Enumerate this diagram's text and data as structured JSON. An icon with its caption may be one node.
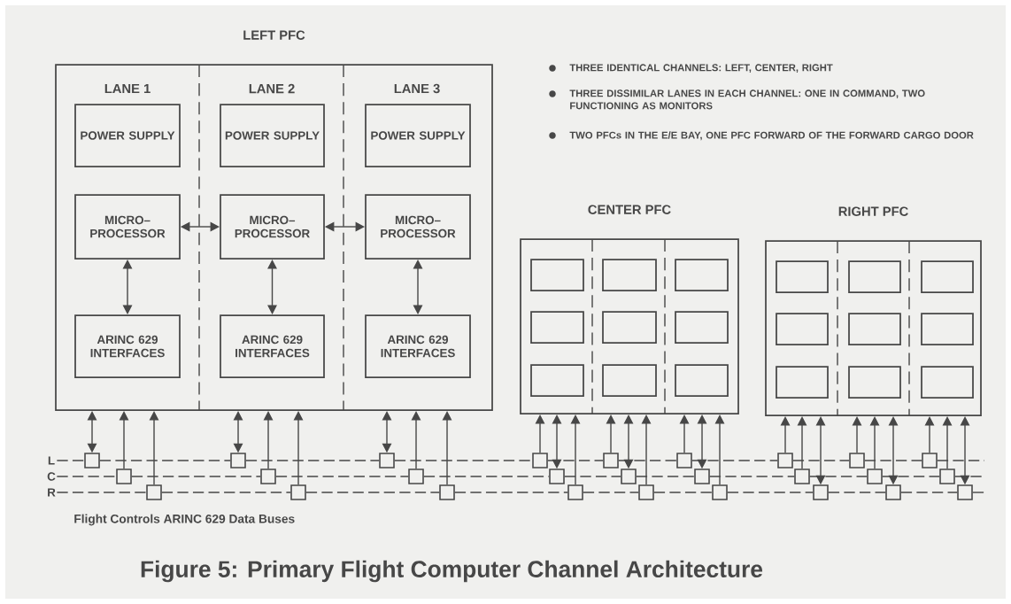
{
  "diagram": {
    "caption": "Figure 5:  Primary Flight Computer Channel Architecture",
    "nodes": [
      {
        "text": [
          "LEFT PFC"
        ]
      },
      {
        "text": [
          "POWER SUPPLY"
        ],
        "in": 0
      },
      {
        "text": [
          "MICRO– PROCESSOR"
        ],
        "in": 0
      },
      {
        "text": [
          "ARINC 629 INTERFACES"
        ],
        "in": 0
      },
      {
        "text": [
          "POWER SUPPLY"
        ],
        "in": 0
      },
      {
        "text": [
          "MICRO– PROCESSOR"
        ],
        "in": 0
      },
      {
        "text": [
          "ARINC 629 INTERFACES"
        ],
        "in": 0
      },
      {
        "text": [
          "POWER SUPPLY"
        ],
        "in": 0
      },
      {
        "text": [
          "MICRO– PROCESSOR"
        ],
        "in": 0
      },
      {
        "text": [
          "ARINC 629 INTERFACES"
        ],
        "in": 0
      },
      {
        "text": [
          "CENTER PFC"
        ]
      },
      {
        "text": [],
        "shape": "box",
        "in": 10
      },
      {
        "text": [],
        "shape": "box",
        "in": 10
      },
      {
        "text": [],
        "shape": "box",
        "in": 10
      },
      {
        "text": [],
        "shape": "box",
        "in": 10
      },
      {
        "text": [],
        "shape": "box",
        "in": 10
      },
      {
        "text": [],
        "shape": "box",
        "in": 10
      },
      {
        "text": [],
        "shape": "box",
        "in": 10
      },
      {
        "text": [],
        "shape": "box",
        "in": 10
      },
      {
        "text": [],
        "shape": "box",
        "in": 10
      },
      {
        "text": [
          "RIGHT PFC"
        ]
      },
      {
        "text": [],
        "shape": "box",
        "in": 20
      },
      {
        "text": [],
        "shape": "box",
        "in": 20
      },
      {
        "text": [],
        "shape": "box",
        "in": 20
      },
      {
        "text": [],
        "shape": "box",
        "in": 20
      },
      {
        "text": [],
        "shape": "box",
        "in": 20
      },
      {
        "text": [],
        "shape": "box",
        "in": 20
      },
      {
        "text": [],
        "shape": "box",
        "in": 20
      },
      {
        "text": [],
        "shape": "box",
        "in": 20
      },
      {
        "text": [],
        "shape": "box",
        "in": 20
      },
      {
        "text": [
          "L"
        ]
      },
      {
        "text": [
          "C"
        ]
      },
      {
        "text": [
          "R"
        ]
      },
      {
        "text": [],
        "shape": "box"
      },
      {
        "text": [],
        "shape": "box"
      },
      {
        "text": [],
        "shape": "box"
      },
      {
        "text": [],
        "shape": "box"
      },
      {
        "text": [],
        "shape": "box"
      },
      {
        "text": [],
        "shape": "box"
      },
      {
        "text": [],
        "shape": "box"
      },
      {
        "text": [],
        "shape": "box"
      },
      {
        "text": [],
        "shape": "box"
      },
      {
        "text": [],
        "shape": "box"
      },
      {
        "text": [],
        "shape": "box"
      },
      {
        "text": [],
        "shape": "box"
      },
      {
        "text": [],
        "shape": "box"
      },
      {
        "text": [],
        "shape": "box"
      },
      {
        "text": [],
        "shape": "box"
      },
      {
        "text": [],
        "shape": "box"
      },
      {
        "text": [],
        "shape": "box"
      },
      {
        "text": [],
        "shape": "box"
      },
      {
        "text": [],
        "shape": "box"
      },
      {
        "text": [],
        "shape": "box"
      },
      {
        "text": [],
        "shape": "box"
      },
      {
        "text": [],
        "shape": "box"
      },
      {
        "text": [],
        "shape": "box"
      },
      {
        "text": [],
        "shape": "box"
      },
      {
        "text": [],
        "shape": "box"
      },
      {
        "text": [],
        "shape": "box"
      },
      {
        "text": [],
        "shape": "box"
      }
    ],
    "edges": [
      {
        "from": 2,
        "to": 5,
        "arrow": "both"
      },
      {
        "from": 5,
        "to": 8,
        "arrow": "both"
      },
      {
        "from": 2,
        "to": 3,
        "arrow": "both"
      },
      {
        "from": 5,
        "to": 6,
        "arrow": "both"
      },
      {
        "from": 8,
        "to": 9,
        "arrow": "both"
      },
      {
        "from": 33,
        "to": 0,
        "arrow": "both"
      },
      {
        "from": 34,
        "to": 0,
        "arrow": "to"
      },
      {
        "from": 35,
        "to": 0,
        "arrow": "to"
      },
      {
        "from": 36,
        "to": 0,
        "arrow": "both"
      },
      {
        "from": 37,
        "to": 0,
        "arrow": "to"
      },
      {
        "from": 38,
        "to": 0,
        "arrow": "to"
      },
      {
        "from": 39,
        "to": 0,
        "arrow": "both"
      },
      {
        "from": 40,
        "to": 0,
        "arrow": "to"
      },
      {
        "from": 41,
        "to": 0,
        "arrow": "to"
      },
      {
        "from": 42,
        "to": 10,
        "arrow": "to"
      },
      {
        "from": 43,
        "to": 10,
        "arrow": "both"
      },
      {
        "from": 44,
        "to": 10,
        "arrow": "to"
      },
      {
        "from": 45,
        "to": 10,
        "arrow": "to"
      },
      {
        "from": 46,
        "to": 10,
        "arrow": "both"
      },
      {
        "from": 47,
        "to": 10,
        "arrow": "to"
      },
      {
        "from": 48,
        "to": 10,
        "arrow": "to"
      },
      {
        "from": 49,
        "to": 10,
        "arrow": "both"
      },
      {
        "from": 50,
        "to": 10,
        "arrow": "to"
      },
      {
        "from": 51,
        "to": 20,
        "arrow": "to"
      },
      {
        "from": 52,
        "to": 20,
        "arrow": "to"
      },
      {
        "from": 53,
        "to": 20,
        "arrow": "both"
      },
      {
        "from": 54,
        "to": 20,
        "arrow": "to"
      },
      {
        "from": 55,
        "to": 20,
        "arrow": "to"
      },
      {
        "from": 56,
        "to": 20,
        "arrow": "both"
      },
      {
        "from": 57,
        "to": 20,
        "arrow": "to"
      },
      {
        "from": 58,
        "to": 20,
        "arrow": "to"
      },
      {
        "from": 59,
        "to": 20,
        "arrow": "both"
      },
      {
        "from": 30,
        "to": 33,
        "arrow": "none",
        "style": "dashed"
      },
      {
        "from": 33,
        "to": 36,
        "arrow": "none",
        "style": "dashed"
      },
      {
        "from": 36,
        "to": 39,
        "arrow": "none",
        "style": "dashed"
      },
      {
        "from": 39,
        "to": 42,
        "arrow": "none",
        "style": "dashed"
      },
      {
        "from": 42,
        "to": 45,
        "arrow": "none",
        "style": "dashed"
      },
      {
        "from": 45,
        "to": 48,
        "arrow": "none",
        "style": "dashed"
      },
      {
        "from": 48,
        "to": 51,
        "arrow": "none",
        "style": "dashed"
      },
      {
        "from": 51,
        "to": 54,
        "arrow": "none",
        "style": "dashed"
      },
      {
        "from": 54,
        "to": 57,
        "arrow": "none",
        "style": "dashed"
      },
      {
        "from": 57,
        "to": null,
        "arrow": "none",
        "style": "dashed"
      },
      {
        "from": 31,
        "to": 34,
        "arrow": "none",
        "style": "dashed"
      },
      {
        "from": 34,
        "to": 37,
        "arrow": "none",
        "style": "dashed"
      },
      {
        "from": 37,
        "to": 40,
        "arrow": "none",
        "style": "dashed"
      },
      {
        "from": 40,
        "to": 43,
        "arrow": "none",
        "style": "dashed"
      },
      {
        "from": 43,
        "to": 46,
        "arrow": "none",
        "style": "dashed"
      },
      {
        "from": 46,
        "to": 49,
        "arrow": "none",
        "style": "dashed"
      },
      {
        "from": 49,
        "to": 52,
        "arrow": "none",
        "style": "dashed"
      },
      {
        "from": 52,
        "to": 55,
        "arrow": "none",
        "style": "dashed"
      },
      {
        "from": 55,
        "to": 58,
        "arrow": "none",
        "style": "dashed"
      },
      {
        "from": 58,
        "to": null,
        "arrow": "none",
        "style": "dashed"
      },
      {
        "from": 32,
        "to": 35,
        "arrow": "none",
        "style": "dashed"
      },
      {
        "from": 35,
        "to": 38,
        "arrow": "none",
        "style": "dashed"
      },
      {
        "from": 38,
        "to": 41,
        "arrow": "none",
        "style": "dashed"
      },
      {
        "from": 41,
        "to": 44,
        "arrow": "none",
        "style": "dashed"
      },
      {
        "from": 44,
        "to": 47,
        "arrow": "none",
        "style": "dashed"
      },
      {
        "from": 47,
        "to": 50,
        "arrow": "none",
        "style": "dashed"
      },
      {
        "from": 50,
        "to": 53,
        "arrow": "none",
        "style": "dashed"
      },
      {
        "from": 53,
        "to": 56,
        "arrow": "none",
        "style": "dashed"
      },
      {
        "from": 56,
        "to": 59,
        "arrow": "none",
        "style": "dashed"
      },
      {
        "from": 59,
        "to": null,
        "arrow": "none",
        "style": "dashed"
      }
    ],
    "labels": [
      "LANE 1",
      "LANE 2",
      "LANE 3",
      "THREE IDENTICAL CHANNELS:  LEFT, CENTER, RIGHT",
      "THREE DISSIMILAR LANES IN EACH CHANNEL:  ONE IN COMMAND, TWO FUNCTIONING AS MONITORS",
      "TWO PFCs IN THE E/E BAY, ONE PFC FORWARD OF THE FORWARD CARGO DOOR",
      "Flight Controls ARINC 629 Data Buses"
    ]
  }
}
